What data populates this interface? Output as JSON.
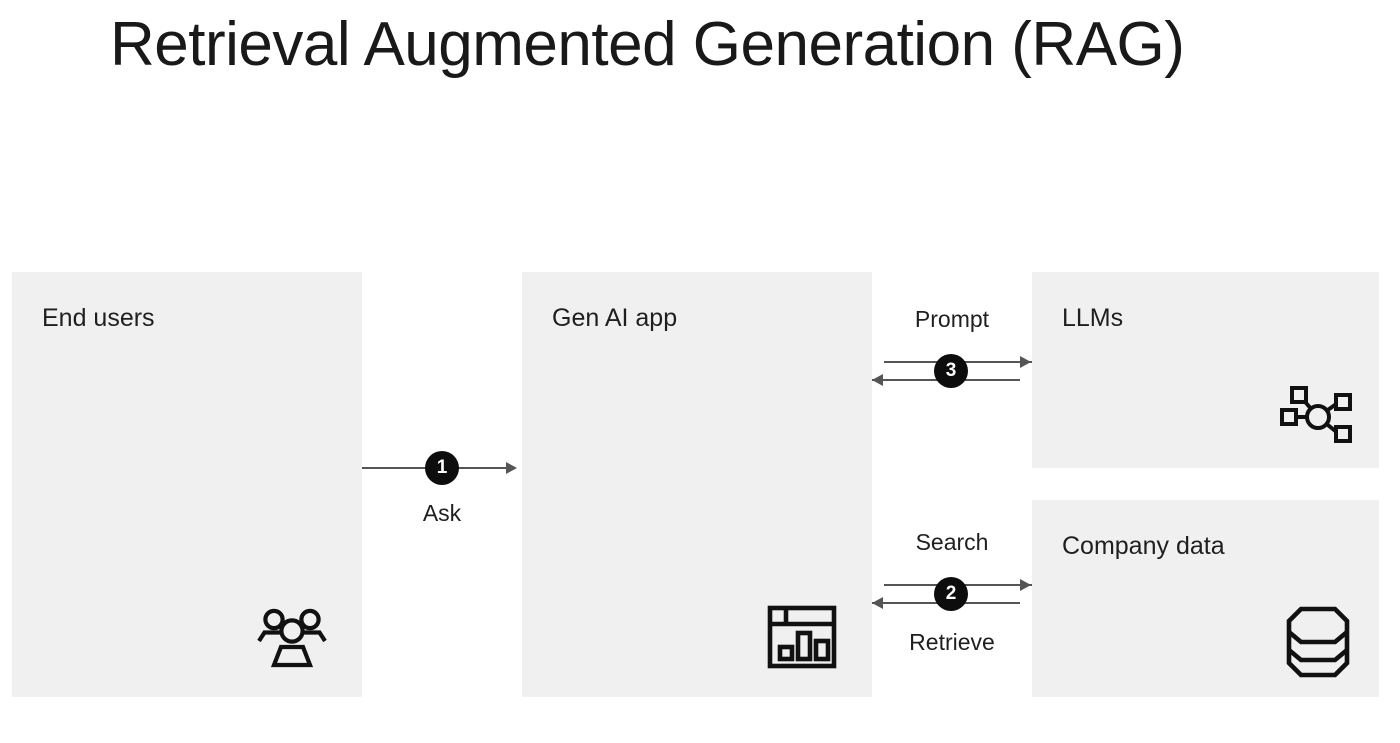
{
  "title": "Retrieval Augmented Generation (RAG)",
  "colors": {
    "background": "#ffffff",
    "panel_fill": "#f0f0f0",
    "text": "#1f1f1f",
    "arrow": "#555555",
    "badge_fill": "#0d0d0d",
    "badge_text": "#ffffff"
  },
  "panels": [
    {
      "id": "end-users",
      "label": "End users",
      "icon": "people-group-icon"
    },
    {
      "id": "gen-ai-app",
      "label": "Gen AI app",
      "icon": "dashboard-window-icon"
    },
    {
      "id": "llms",
      "label": "LLMs",
      "icon": "network-hub-icon"
    },
    {
      "id": "company-data",
      "label": "Company data",
      "icon": "database-stack-icon"
    }
  ],
  "flows": [
    {
      "id": "ask",
      "step": "1",
      "from": "End users",
      "to": "Gen AI app",
      "caption_below": "Ask",
      "caption_above": "",
      "directions": [
        "right"
      ]
    },
    {
      "id": "prompt",
      "step": "3",
      "from": "Gen AI app",
      "to": "LLMs",
      "caption_above": "Prompt",
      "caption_below": "",
      "directions": [
        "right",
        "left"
      ]
    },
    {
      "id": "search",
      "step": "2",
      "from": "Gen AI app",
      "to": "Company data",
      "caption_above": "Search",
      "caption_below": "Retrieve",
      "directions": [
        "right",
        "left"
      ]
    }
  ]
}
